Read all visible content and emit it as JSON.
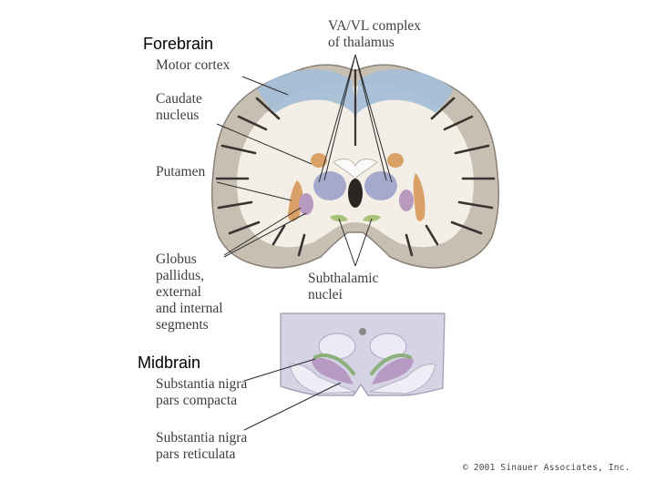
{
  "titles": {
    "forebrain": "Forebrain",
    "midbrain": "Midbrain"
  },
  "labels": {
    "va_vl": [
      "VA/VL complex",
      "of thalamus"
    ],
    "motor_cortex": [
      "Motor cortex"
    ],
    "caudate": [
      "Caudate",
      "nucleus"
    ],
    "putamen": [
      "Putamen"
    ],
    "globus_pallidus": [
      "Globus",
      "pallidus,",
      "external",
      "and internal",
      "segments"
    ],
    "subthalamic": [
      "Subthalamic",
      "nuclei"
    ],
    "sn_compacta": [
      "Substantia nigra",
      "pars compacta"
    ],
    "sn_reticulata": [
      "Substantia nigra",
      "pars reticulata"
    ]
  },
  "credit": "© 2001 Sinauer Associates, Inc.",
  "colors": {
    "motor_cortex": "#a7bed6",
    "caudate": "#d9a067",
    "putamen": "#d9a067",
    "thalamus": "#a5a9cc",
    "globus_pallidus": "#b89ac0",
    "subthalamic": "#a9c27a",
    "sn_compacta": "#8bb07c",
    "sn_reticulata": "#b79ac4",
    "white_matter": "#f3eee6",
    "gray_matter": "#c8bfb3"
  }
}
